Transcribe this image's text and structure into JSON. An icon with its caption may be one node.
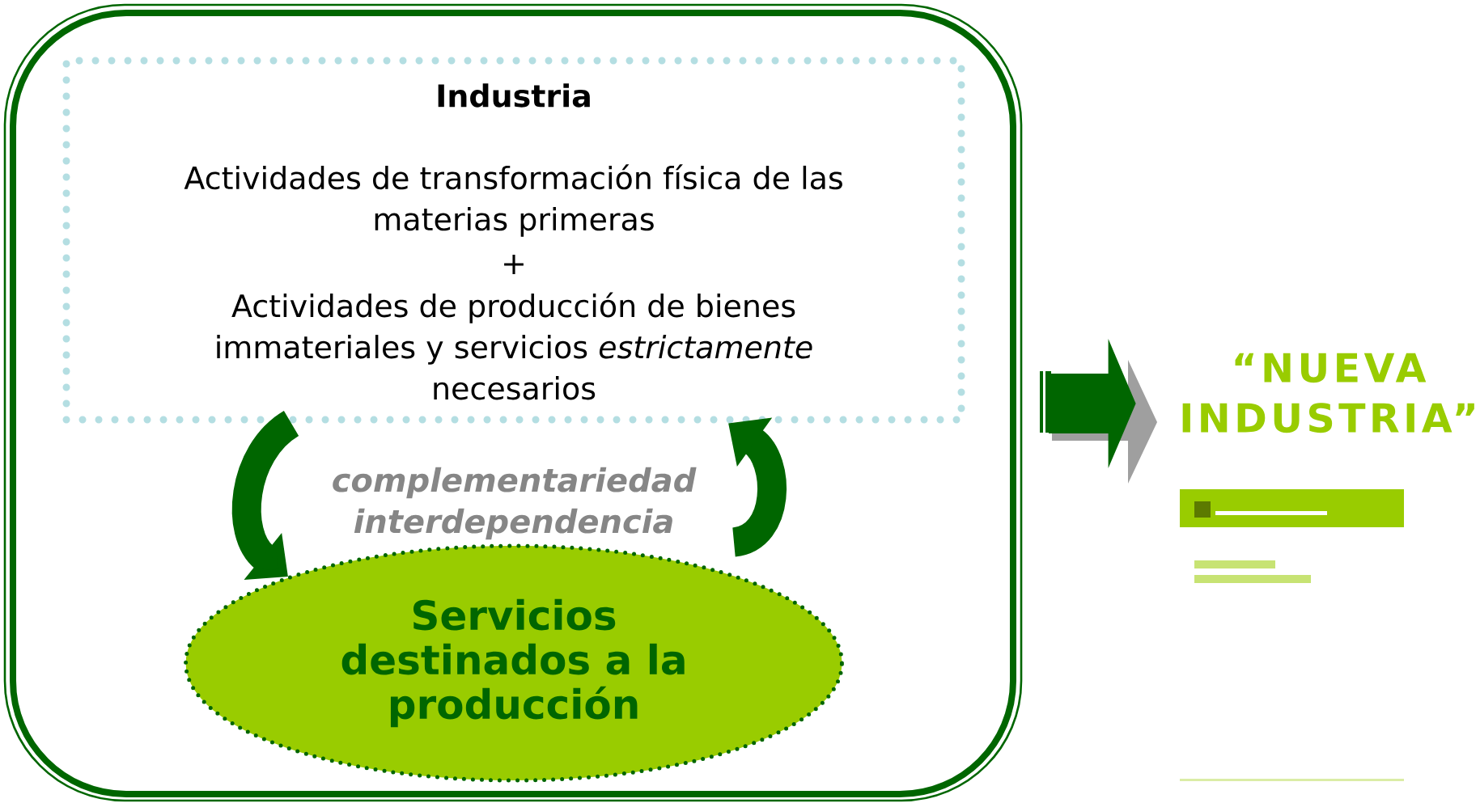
{
  "diagram": {
    "nodes": [
      {
        "text": [],
        "shape": "box"
      },
      {
        "text": [
          "Industria",
          "Actividades de transformación física de las materias primeras",
          "+",
          "Actividades de producción de bienes immateriales y servicios *estrictamente* necesarios"
        ],
        "in": 0
      },
      {
        "text": [
          "Servicios destinados a la producción"
        ],
        "in": 0
      },
      {
        "text": [
          "“NUEVA INDUSTRIA”"
        ]
      }
    ],
    "edges": [
      {
        "from": 1,
        "to": 2,
        "arrow": "to"
      },
      {
        "from": 2,
        "to": 1,
        "arrow": "to"
      },
      {
        "from": 0,
        "to": 3,
        "arrow": "to",
        "style": "thick"
      }
    ],
    "labels": [
      "complementariedad",
      "interdependencia"
    ]
  }
}
